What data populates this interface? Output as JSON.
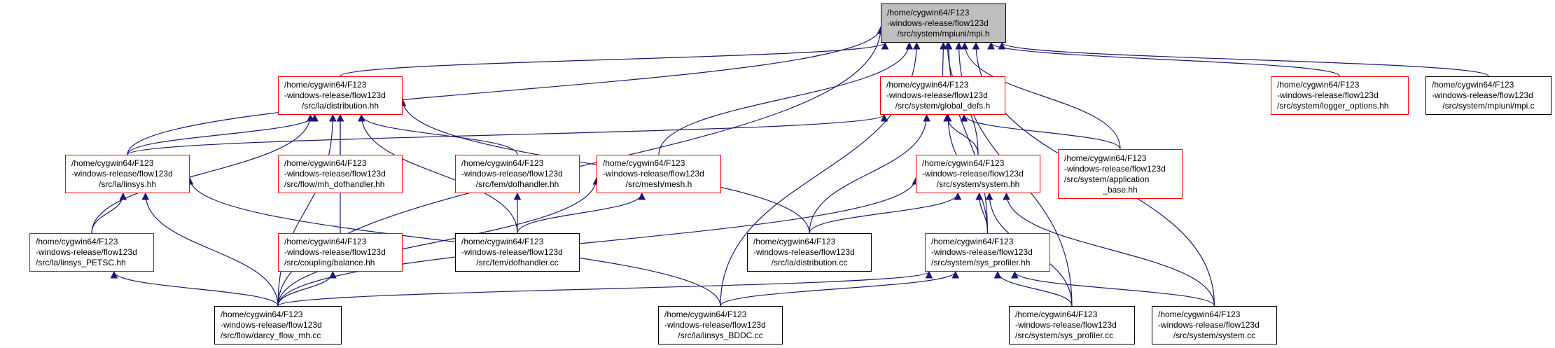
{
  "title": "Include dependency graph for /home/cygwin64/F123-windows-release/flow123d/src/system/mpiuni/mpi.h",
  "colors": {
    "edge": "#191970",
    "documented_border": "#ff0000",
    "undocumented_border": "#000000",
    "root_fill": "#bfbfbf"
  },
  "nodes": {
    "mpi_h": {
      "lines": [
        "/home/cygwin64/F123",
        "-windows-release/flow123d",
        "/src/system/mpiuni/mpi.h"
      ],
      "kind": "root"
    },
    "distribution_hh": {
      "lines": [
        "/home/cygwin64/F123",
        "-windows-release/flow123d",
        "/src/la/distribution.hh"
      ],
      "kind": "red"
    },
    "global_defs_h": {
      "lines": [
        "/home/cygwin64/F123",
        "-windows-release/flow123d",
        "/src/system/global_defs.h"
      ],
      "kind": "red"
    },
    "logger_options_hh": {
      "lines": [
        "/home/cygwin64/F123",
        "-windows-release/flow123d",
        "/src/system/logger_options.hh"
      ],
      "kind": "red"
    },
    "mpi_c": {
      "lines": [
        "/home/cygwin64/F123",
        "-windows-release/flow123d",
        "/src/system/mpiuni/mpi.c"
      ],
      "kind": "black"
    },
    "linsys_hh": {
      "lines": [
        "/home/cygwin64/F123",
        "-windows-release/flow123d",
        "/src/la/linsys.hh"
      ],
      "kind": "red"
    },
    "mh_dofhandler_hh": {
      "lines": [
        "/home/cygwin64/F123",
        "-windows-release/flow123d",
        "/src/flow/mh_dofhandler.hh"
      ],
      "kind": "red"
    },
    "dofhandler_hh": {
      "lines": [
        "/home/cygwin64/F123",
        "-windows-release/flow123d",
        "/src/fem/dofhandler.hh"
      ],
      "kind": "red"
    },
    "mesh_h": {
      "lines": [
        "/home/cygwin64/F123",
        "-windows-release/flow123d",
        "/src/mesh/mesh.h"
      ],
      "kind": "red"
    },
    "system_hh": {
      "lines": [
        "/home/cygwin64/F123",
        "-windows-release/flow123d",
        "/src/system/system.hh"
      ],
      "kind": "red"
    },
    "application_base_hh": {
      "lines": [
        "/home/cygwin64/F123",
        "-windows-release/flow123d",
        "/src/system/application",
        "_base.hh"
      ],
      "kind": "red"
    },
    "linsys_petsc_hh": {
      "lines": [
        "/home/cygwin64/F123",
        "-windows-release/flow123d",
        "/src/la/linsys_PETSC.hh"
      ],
      "kind": "red"
    },
    "balance_hh": {
      "lines": [
        "/home/cygwin64/F123",
        "-windows-release/flow123d",
        "/src/coupling/balance.hh"
      ],
      "kind": "red"
    },
    "dofhandler_cc": {
      "lines": [
        "/home/cygwin64/F123",
        "-windows-release/flow123d",
        "/src/fem/dofhandler.cc"
      ],
      "kind": "black"
    },
    "distribution_cc": {
      "lines": [
        "/home/cygwin64/F123",
        "-windows-release/flow123d",
        "/src/la/distribution.cc"
      ],
      "kind": "black"
    },
    "sys_profiler_hh": {
      "lines": [
        "/home/cygwin64/F123",
        "-windows-release/flow123d",
        "/src/system/sys_profiler.hh"
      ],
      "kind": "red"
    },
    "darcy_flow_mh_cc": {
      "lines": [
        "/home/cygwin64/F123",
        "-windows-release/flow123d",
        "/src/flow/darcy_flow_mh.cc"
      ],
      "kind": "black"
    },
    "linsys_bddc_cc": {
      "lines": [
        "/home/cygwin64/F123",
        "-windows-release/flow123d",
        "/src/la/linsys_BDDC.cc"
      ],
      "kind": "black"
    },
    "sys_profiler_cc": {
      "lines": [
        "/home/cygwin64/F123",
        "-windows-release/flow123d",
        "/src/system/sys_profiler.cc"
      ],
      "kind": "black"
    },
    "system_cc": {
      "lines": [
        "/home/cygwin64/F123",
        "-windows-release/flow123d",
        "/src/system/system.cc"
      ],
      "kind": "black"
    }
  },
  "edges": [
    [
      "distribution_hh",
      "mpi_h"
    ],
    [
      "global_defs_h",
      "mpi_h"
    ],
    [
      "logger_options_hh",
      "mpi_h"
    ],
    [
      "mpi_c",
      "mpi_h"
    ],
    [
      "linsys_hh",
      "mpi_h"
    ],
    [
      "mesh_h",
      "mpi_h"
    ],
    [
      "system_hh",
      "mpi_h"
    ],
    [
      "application_base_hh",
      "mpi_h"
    ],
    [
      "darcy_flow_mh_cc",
      "mpi_h"
    ],
    [
      "linsys_bddc_cc",
      "mpi_h"
    ],
    [
      "sys_profiler_hh",
      "mpi_h"
    ],
    [
      "sys_profiler_cc",
      "mpi_h"
    ],
    [
      "system_cc",
      "mpi_h"
    ],
    [
      "linsys_hh",
      "distribution_hh"
    ],
    [
      "linsys_petsc_hh",
      "distribution_hh"
    ],
    [
      "mh_dofhandler_hh",
      "distribution_hh"
    ],
    [
      "dofhandler_hh",
      "distribution_hh"
    ],
    [
      "dofhandler_cc",
      "distribution_hh"
    ],
    [
      "darcy_flow_mh_cc",
      "distribution_hh"
    ],
    [
      "balance_hh",
      "distribution_hh"
    ],
    [
      "distribution_cc",
      "distribution_hh"
    ],
    [
      "linsys_hh",
      "global_defs_h"
    ],
    [
      "system_hh",
      "global_defs_h"
    ],
    [
      "application_base_hh",
      "global_defs_h"
    ],
    [
      "distribution_cc",
      "global_defs_h"
    ],
    [
      "sys_profiler_hh",
      "global_defs_h"
    ],
    [
      "linsys_petsc_hh",
      "linsys_hh"
    ],
    [
      "darcy_flow_mh_cc",
      "linsys_hh"
    ],
    [
      "linsys_bddc_cc",
      "linsys_hh"
    ],
    [
      "darcy_flow_mh_cc",
      "linsys_petsc_hh"
    ],
    [
      "darcy_flow_mh_cc",
      "balance_hh"
    ],
    [
      "dofhandler_cc",
      "dofhandler_hh"
    ],
    [
      "dofhandler_cc",
      "mesh_h"
    ],
    [
      "darcy_flow_mh_cc",
      "mesh_h"
    ],
    [
      "distribution_cc",
      "system_hh"
    ],
    [
      "sys_profiler_hh",
      "system_hh"
    ],
    [
      "darcy_flow_mh_cc",
      "system_hh"
    ],
    [
      "sys_profiler_cc",
      "system_hh"
    ],
    [
      "system_cc",
      "system_hh"
    ],
    [
      "darcy_flow_mh_cc",
      "sys_profiler_hh"
    ],
    [
      "linsys_bddc_cc",
      "sys_profiler_hh"
    ],
    [
      "sys_profiler_cc",
      "sys_profiler_hh"
    ],
    [
      "system_cc",
      "sys_profiler_hh"
    ]
  ]
}
